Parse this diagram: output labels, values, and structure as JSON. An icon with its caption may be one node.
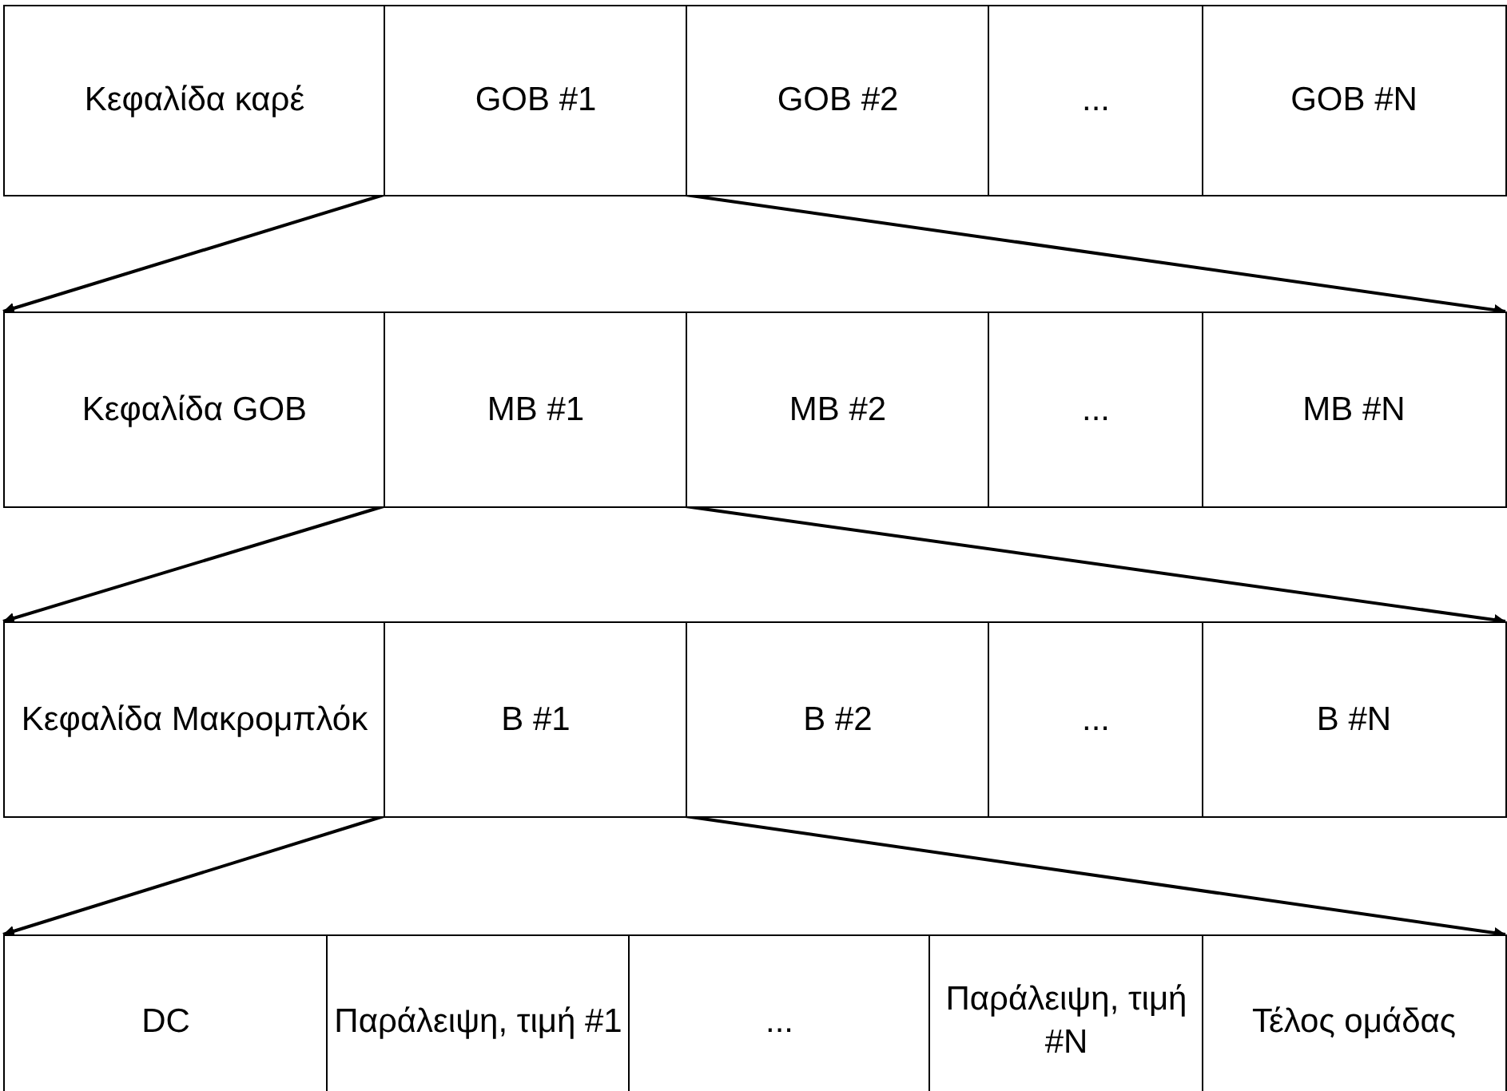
{
  "diagram": {
    "nodes": [
      {
        "text": [
          "Κεφαλίδα καρέ"
        ]
      },
      {
        "text": [
          "GOB #1"
        ]
      },
      {
        "text": [
          "GOB #2"
        ]
      },
      {
        "text": [
          "..."
        ]
      },
      {
        "text": [
          "GOB #N"
        ]
      },
      {
        "text": [
          "Κεφαλίδα GOB"
        ]
      },
      {
        "text": [
          "MB #1"
        ]
      },
      {
        "text": [
          "MB #2"
        ]
      },
      {
        "text": [
          "..."
        ]
      },
      {
        "text": [
          "MB #N"
        ]
      },
      {
        "text": [
          "Κεφαλίδα Μακρομπλόκ"
        ]
      },
      {
        "text": [
          "B #1"
        ]
      },
      {
        "text": [
          "B #2"
        ]
      },
      {
        "text": [
          "..."
        ]
      },
      {
        "text": [
          "B #N"
        ]
      },
      {
        "text": [
          "DC"
        ]
      },
      {
        "text": [
          "Παράλειψη, τιμή #1"
        ]
      },
      {
        "text": [
          "..."
        ]
      },
      {
        "text": [
          "Παράλειψη, τιμή #N"
        ]
      },
      {
        "text": [
          "Τέλος ομάδας"
        ]
      }
    ],
    "edges": [
      {
        "from": 1,
        "to": 5,
        "arrow": "to"
      },
      {
        "from": 1,
        "to": 9,
        "arrow": "to"
      },
      {
        "from": 6,
        "to": 10,
        "arrow": "to"
      },
      {
        "from": 6,
        "to": 14,
        "arrow": "to"
      },
      {
        "from": 11,
        "to": 15,
        "arrow": "to"
      },
      {
        "from": 11,
        "to": 19,
        "arrow": "to"
      }
    ]
  }
}
